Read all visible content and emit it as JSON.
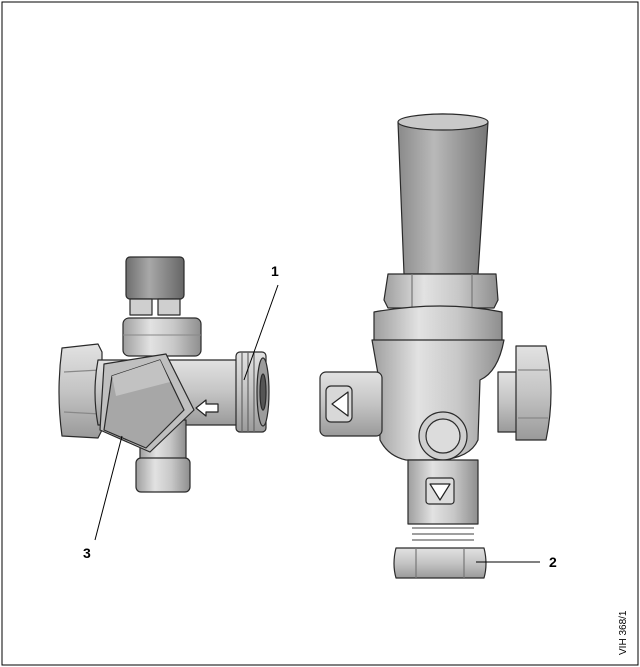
{
  "figure": {
    "reference": "VIH 368/1",
    "callouts": [
      {
        "id": "1",
        "label": "1"
      },
      {
        "id": "2",
        "label": "2"
      },
      {
        "id": "3",
        "label": "3"
      }
    ]
  },
  "colors": {
    "frame": "#000000",
    "metal_light": "#d6d6d6",
    "metal_mid": "#b4b4b4",
    "metal_dark": "#8c8c8c",
    "cap_dark": "#7a7a7a",
    "outline": "#2a2a2a"
  }
}
